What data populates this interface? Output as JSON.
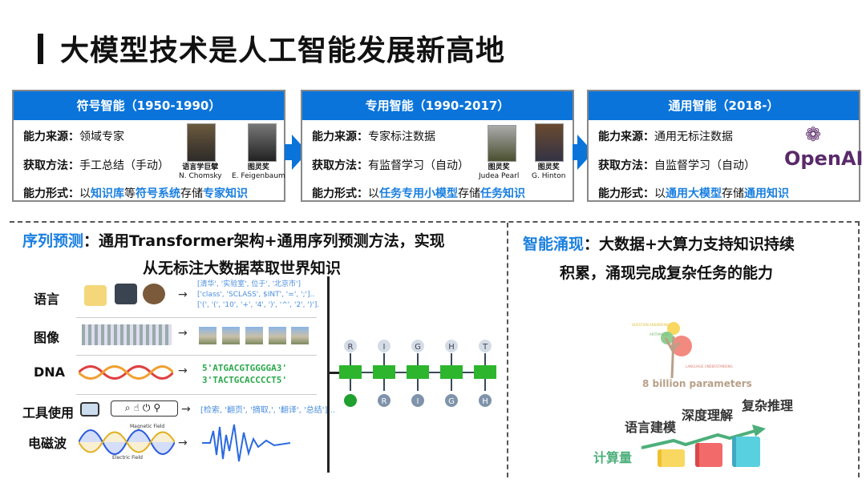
{
  "title": "大模型技术是人工智能发展新高地",
  "eras": [
    {
      "header": "符号智能（1950-1990）",
      "source_label": "能力来源：",
      "source": "领域专家",
      "method_label": "获取方法：",
      "method": "手工总结（手动）",
      "form_label": "能力形式：",
      "form_parts": [
        "以",
        "知识库",
        "等",
        "符号系统",
        "存储",
        "专家知识"
      ],
      "people": [
        {
          "title": "语言学巨擘",
          "name": "N. Chomsky"
        },
        {
          "title": "图灵奖",
          "name": "E. Feigenbaum"
        }
      ]
    },
    {
      "header": "专用智能（1990-2017）",
      "source_label": "能力来源：",
      "source": "专家标注数据",
      "method_label": "获取方法：",
      "method": "有监督学习（自动）",
      "form_label": "能力形式：",
      "form_parts": [
        "以",
        "任务专用小模型",
        "存储",
        "任务知识"
      ],
      "people": [
        {
          "title": "图灵奖",
          "name": "Judea Pearl"
        },
        {
          "title": "图灵奖",
          "name": "G. Hinton"
        }
      ]
    },
    {
      "header": "通用智能（2018-）",
      "source_label": "能力来源：",
      "source": "通用无标注数据",
      "method_label": "获取方法：",
      "method": "自监督学习（自动）",
      "form_label": "能力形式：",
      "form_parts": [
        "以",
        "通用大模型",
        "存储",
        "通用知识"
      ],
      "logo": "OpenAI"
    }
  ],
  "left": {
    "head_key": "序列预测",
    "head_rest": "：通用Transformer架构+通用序列预测方法，实现",
    "head_line2": "从无标注大数据萃取世界知识",
    "rows": [
      {
        "label": "语言",
        "lines": [
          "[清华',  '实验室',  位于',  '北京市']",
          "['class', 'SCLASS', $INT', '=', ';']..",
          "['(', '(', '10', '+', '4', ')', '^', '2', ')']."
        ]
      },
      {
        "label": "图像"
      },
      {
        "label": "DNA",
        "lines": [
          "5'ATGACGTGGGGA3'",
          "3'TACTGCACCCCT5'"
        ]
      },
      {
        "label": "工具使用",
        "lines": [
          "[检索, '翻页', '摘取,', '翻译', '总结']..."
        ]
      },
      {
        "label": "电磁波",
        "wave_labels": [
          "Magnetic Field",
          "Electric Field"
        ]
      }
    ],
    "rnn": {
      "outputs": [
        "R",
        "I",
        "G",
        "H",
        "T"
      ],
      "inputs": [
        "R",
        "I",
        "G",
        "H"
      ]
    }
  },
  "right": {
    "head_key": "智能涌现",
    "head_rest": "：大数据+大算力支持知识持续",
    "head_line2": "积累，涌现完成复杂任务的能力",
    "tree_labels": [
      "QUESTION ANSWERING",
      "ARITHMETIC",
      "LANGUAGE UNDERSTANDING"
    ],
    "params": "8 billion parameters",
    "skills": [
      "语言建模",
      "深度理解",
      "复杂推理"
    ],
    "compute": "计算量"
  },
  "colors": {
    "accent": "#0a74da",
    "highlight": "#1a7fe0",
    "rnn": "#2db52d",
    "compute": "#4caf7a"
  }
}
